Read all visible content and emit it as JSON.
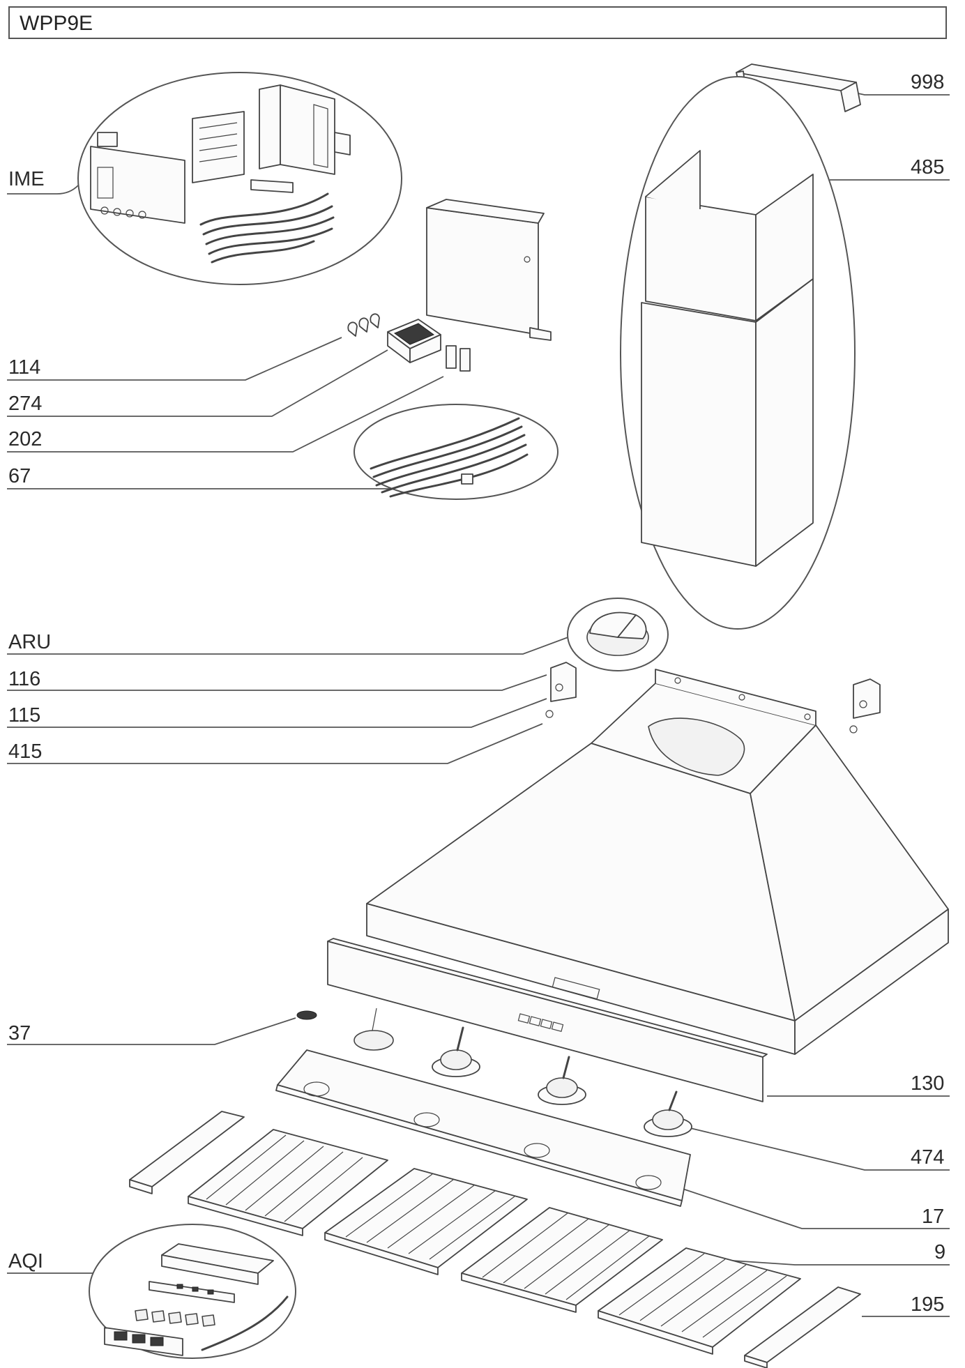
{
  "title": "WPP9E",
  "labels": {
    "l998": "998",
    "l485": "485",
    "lIME": "IME",
    "l114": "114",
    "l274": "274",
    "l202": "202",
    "l67": "67",
    "lARU": "ARU",
    "l116": "116",
    "l115": "115",
    "l415": "415",
    "l37": "37",
    "l130": "130",
    "l474": "474",
    "l17": "17",
    "l9": "9",
    "lAQI": "AQI",
    "l195": "195"
  }
}
